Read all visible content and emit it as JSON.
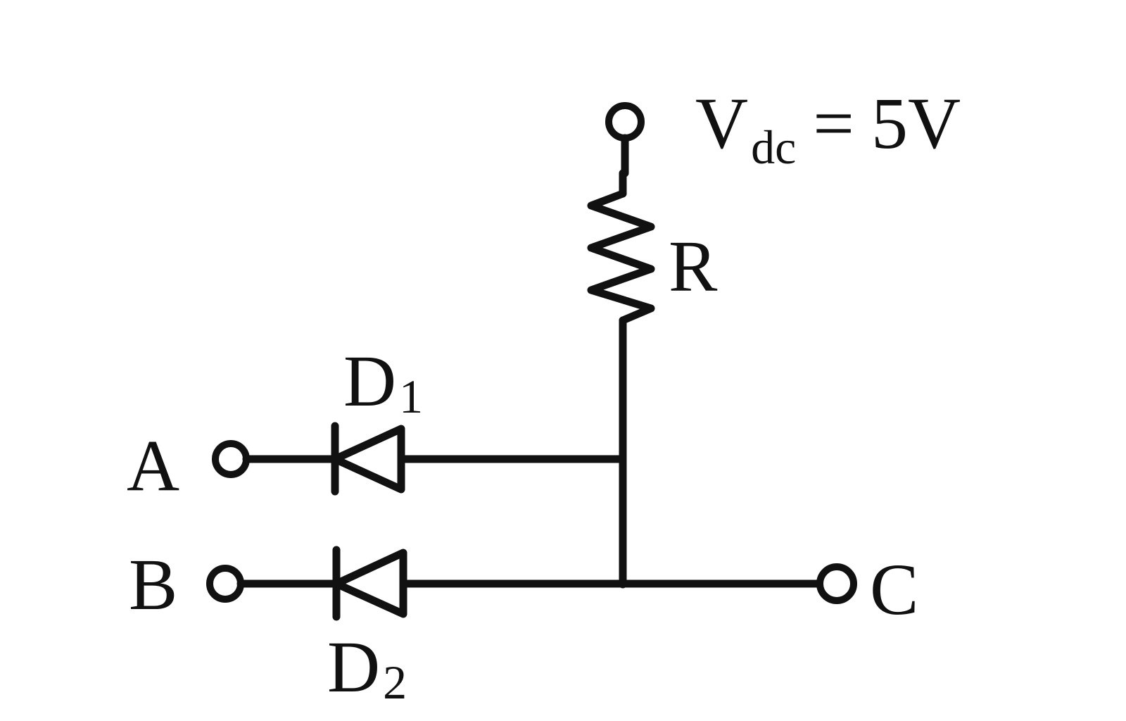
{
  "supply": {
    "symbol": "V",
    "subscript": "dc",
    "equals": "=",
    "value": "5V"
  },
  "resistor": {
    "label": "R"
  },
  "diodes": [
    {
      "letter": "D",
      "index": "1"
    },
    {
      "letter": "D",
      "index": "2"
    }
  ],
  "terminals": {
    "a": "A",
    "b": "B",
    "c": "C"
  }
}
